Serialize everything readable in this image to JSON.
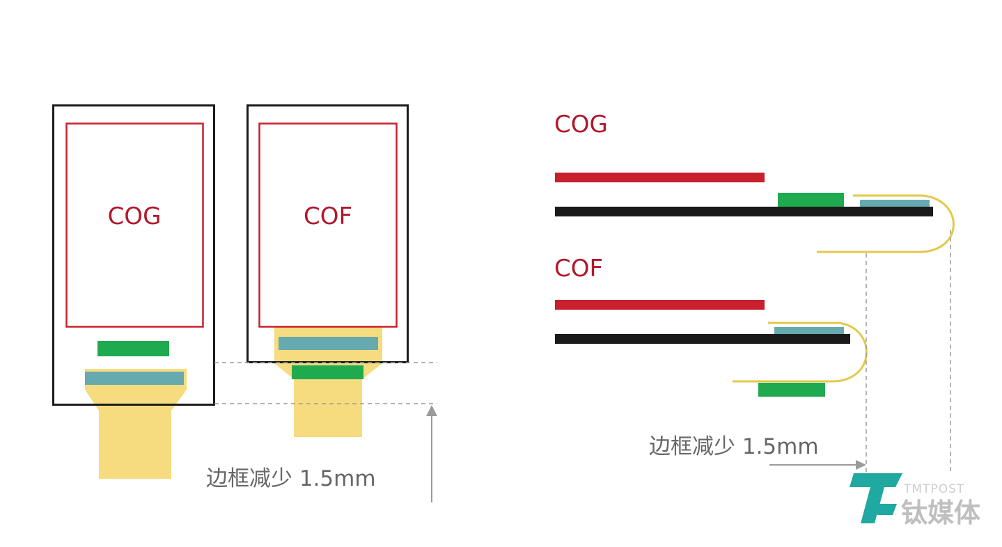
{
  "colors": {
    "frame": "#1a1a1a",
    "panel": "#c8202c",
    "chip": "#1faa4f",
    "teal": "#66aab0",
    "flex": "#f6dc7e",
    "flexEdge": "#e3c94a",
    "guide": "#9a9a9a",
    "labelRed": "#b0182c",
    "labelGray": "#666666",
    "logoTeal": "#1fa9a0"
  },
  "left_diagram": {
    "cog_label": "COG",
    "cof_label": "COF",
    "reduction_label": "边框减少 1.5mm"
  },
  "right_diagram": {
    "cog_label": "COG",
    "cof_label": "COF",
    "reduction_label": "边框减少 1.5mm"
  },
  "watermark": {
    "brand_en": "TMTPOST",
    "brand_cn": "钛媒体",
    "logo_icon": "tmtpost-logo-icon"
  }
}
